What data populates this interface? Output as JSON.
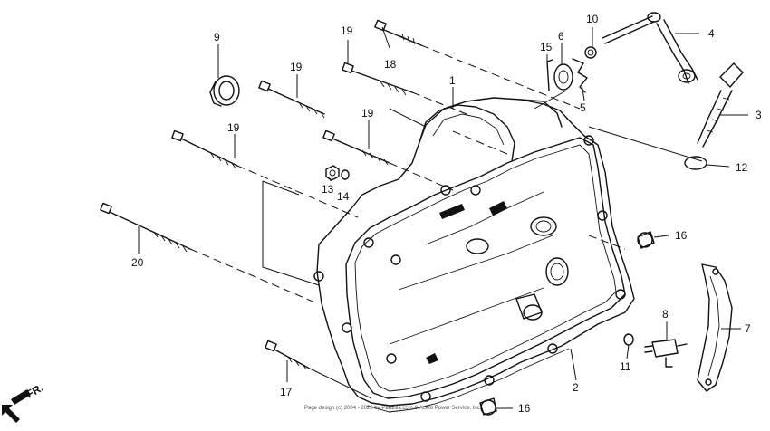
{
  "diagram": {
    "parts": [
      {
        "id": "label-1",
        "text": "1"
      },
      {
        "id": "label-2",
        "text": "2"
      },
      {
        "id": "label-3",
        "text": "3"
      },
      {
        "id": "label-4",
        "text": "4"
      },
      {
        "id": "label-5",
        "text": "5"
      },
      {
        "id": "label-6",
        "text": "6"
      },
      {
        "id": "label-7",
        "text": "7"
      },
      {
        "id": "label-8",
        "text": "8"
      },
      {
        "id": "label-9",
        "text": "9"
      },
      {
        "id": "label-10",
        "text": "10"
      },
      {
        "id": "label-11",
        "text": "11"
      },
      {
        "id": "label-12",
        "text": "12"
      },
      {
        "id": "label-13",
        "text": "13"
      },
      {
        "id": "label-14",
        "text": "14"
      },
      {
        "id": "label-15",
        "text": "15"
      },
      {
        "id": "label-16a",
        "text": "16"
      },
      {
        "id": "label-16b",
        "text": "16"
      },
      {
        "id": "label-17",
        "text": "17"
      },
      {
        "id": "label-18",
        "text": "18"
      },
      {
        "id": "label-19a",
        "text": "19"
      },
      {
        "id": "label-19b",
        "text": "19"
      },
      {
        "id": "label-19c",
        "text": "19"
      },
      {
        "id": "label-19d",
        "text": "19"
      },
      {
        "id": "label-20",
        "text": "20"
      }
    ],
    "front_arrow_label": "FR.",
    "copyright": "Page design (c) 2004 - 2020 by Partzilla.com & Aceto Power Service, Inc."
  }
}
